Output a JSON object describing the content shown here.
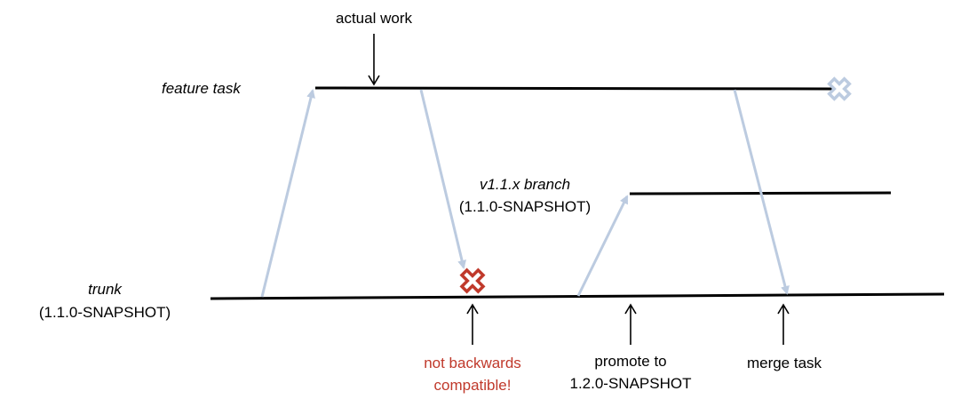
{
  "labels": {
    "actual_work": "actual work",
    "feature_task": "feature task",
    "branch_name": "v1.1.x branch",
    "branch_version": "(1.1.0-SNAPSHOT)",
    "trunk_name": "trunk",
    "trunk_version": "(1.1.0-SNAPSHOT)",
    "not_compatible_line1": "not backwards",
    "not_compatible_line2": "compatible!",
    "promote_line1": "promote to",
    "promote_line2": "1.2.0-SNAPSHOT",
    "merge_task": "merge task"
  },
  "colors": {
    "line": "#000000",
    "flow_arrow": "#bccbe0",
    "error_mark": "#c0392b",
    "abandoned_mark": "#bccbe0"
  },
  "icons": {
    "rejected_merge": "x-mark-icon",
    "feature_end": "x-mark-icon"
  }
}
